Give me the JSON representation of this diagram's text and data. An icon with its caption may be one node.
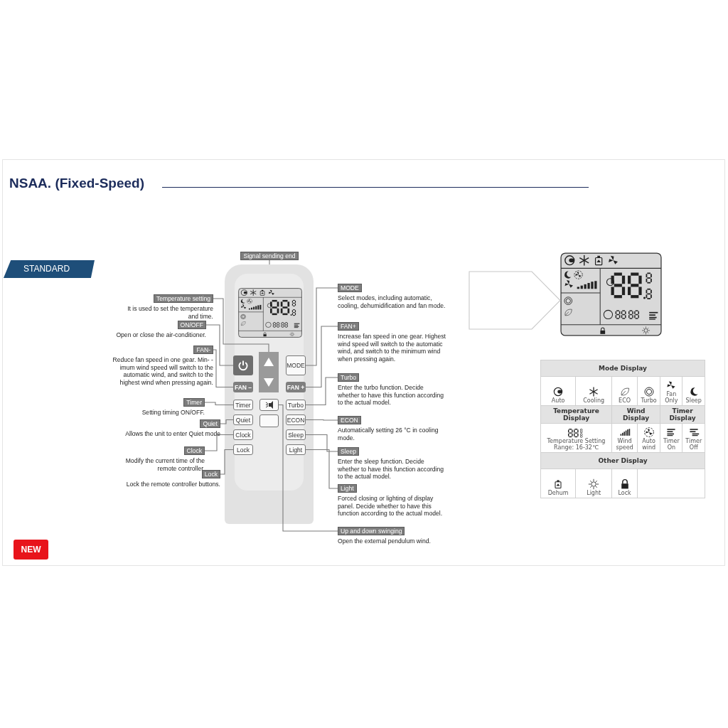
{
  "diagram": {
    "title": "NSAA. (Fixed-Speed)",
    "nodes": [
      {
        "text": [],
        "shape": "picture"
      },
      {
        "text": [],
        "shape": "picture",
        "in": 0
      },
      {
        "text": [],
        "shape": "box",
        "in": 0
      },
      {
        "text": [],
        "shape": "box",
        "in": 0
      },
      {
        "text": [
          "MODE"
        ],
        "in": 0
      },
      {
        "text": [
          "FAN –"
        ],
        "in": 0
      },
      {
        "text": [
          "FAN +"
        ],
        "in": 0
      },
      {
        "text": [
          "Timer"
        ],
        "in": 0
      },
      {
        "text": [],
        "shape": "box",
        "in": 0
      },
      {
        "text": [
          "Turbo"
        ],
        "in": 0
      },
      {
        "text": [
          "Quiet"
        ],
        "in": 0
      },
      {
        "text": [],
        "shape": "box",
        "in": 0
      },
      {
        "text": [
          "ECON"
        ],
        "in": 0
      },
      {
        "text": [
          "Clock"
        ],
        "in": 0
      },
      {
        "text": [
          "Sleep"
        ],
        "in": 0
      },
      {
        "text": [
          "Lock"
        ],
        "in": 0
      },
      {
        "text": [
          "Light"
        ],
        "in": 0
      },
      {
        "text": [
          "Signal sending end"
        ]
      },
      {
        "text": [
          "Temperature setting",
          "It is used to set the temperature and time."
        ]
      },
      {
        "text": [
          "ON/OFF",
          "Open or close the air-conditioner."
        ]
      },
      {
        "text": [
          "FAN-",
          "Reduce fan speed in one gear. Min- -imum wind speed will switch to the automatic wind, and switch to the highest wind when pressing again."
        ]
      },
      {
        "text": [
          "Timer",
          "Setting timing ON/OFF."
        ]
      },
      {
        "text": [
          "Quiet",
          "Allows the unit to enter Quiet mode"
        ]
      },
      {
        "text": [
          "Clock",
          "Modify the current time of the remote controller."
        ]
      },
      {
        "text": [
          "Lock",
          "Lock the remote controller buttons."
        ]
      },
      {
        "text": [
          "MODE",
          "Select modes, including automatic, cooling, dehumidification and fan mode."
        ]
      },
      {
        "text": [
          "FAN+",
          "Increase fan speed in one gear. Highest wind speed will switch to the automatic wind, and switch to the minimum wind when pressing again."
        ]
      },
      {
        "text": [
          "Turbo",
          "Enter the turbo function. Decide whether to have this function according to the actual model."
        ]
      },
      {
        "text": [
          "ECON",
          "Automatically setting 26 °C in cooling mode."
        ]
      },
      {
        "text": [
          "Sleep",
          "Enter the sleep function. Decide whether to have this function according to the actual model."
        ]
      },
      {
        "text": [
          "Light",
          "Forced closing or lighting of display panel. Decide whether to have this function according to the actual model."
        ]
      },
      {
        "text": [
          "Up and down swinging",
          "Open the external pendulum wind."
        ]
      },
      {
        "text": [],
        "shape": "picture"
      }
    ],
    "edges": [
      {
        "from": 17,
        "to": 0,
        "arrow": "none"
      },
      {
        "from": 18,
        "to": 3,
        "arrow": "none"
      },
      {
        "from": 19,
        "to": 2,
        "arrow": "none"
      },
      {
        "from": 20,
        "to": 5,
        "arrow": "none"
      },
      {
        "from": 21,
        "to": 7,
        "arrow": "none"
      },
      {
        "from": 22,
        "to": 10,
        "arrow": "none"
      },
      {
        "from": 23,
        "to": 13,
        "arrow": "none"
      },
      {
        "from": 24,
        "to": 15,
        "arrow": "none"
      },
      {
        "from": 25,
        "to": 4,
        "arrow": "none"
      },
      {
        "from": 26,
        "to": 6,
        "arrow": "none"
      },
      {
        "from": 27,
        "to": 9,
        "arrow": "none"
      },
      {
        "from": 28,
        "to": 12,
        "arrow": "none"
      },
      {
        "from": 29,
        "to": 14,
        "arrow": "none"
      },
      {
        "from": 30,
        "to": 16,
        "arrow": "none"
      },
      {
        "from": 31,
        "to": 8,
        "arrow": "none"
      },
      {
        "from": null,
        "to": 32,
        "arrow": "to"
      }
    ],
    "labels": [
      "STANDARD",
      "Mode Display",
      "Auto",
      "Cooling",
      "ECO",
      "Turbo",
      "Fan Only",
      "Sleep",
      "Temperature Display",
      "Wind Display",
      "Timer Display",
      "Temperature Setting Range: 16-32℃",
      "Wind speed",
      "Auto wind",
      "Timer On",
      "Timer Off",
      "Other Display",
      "Dehum",
      "Light",
      "Lock",
      "NEW"
    ]
  }
}
